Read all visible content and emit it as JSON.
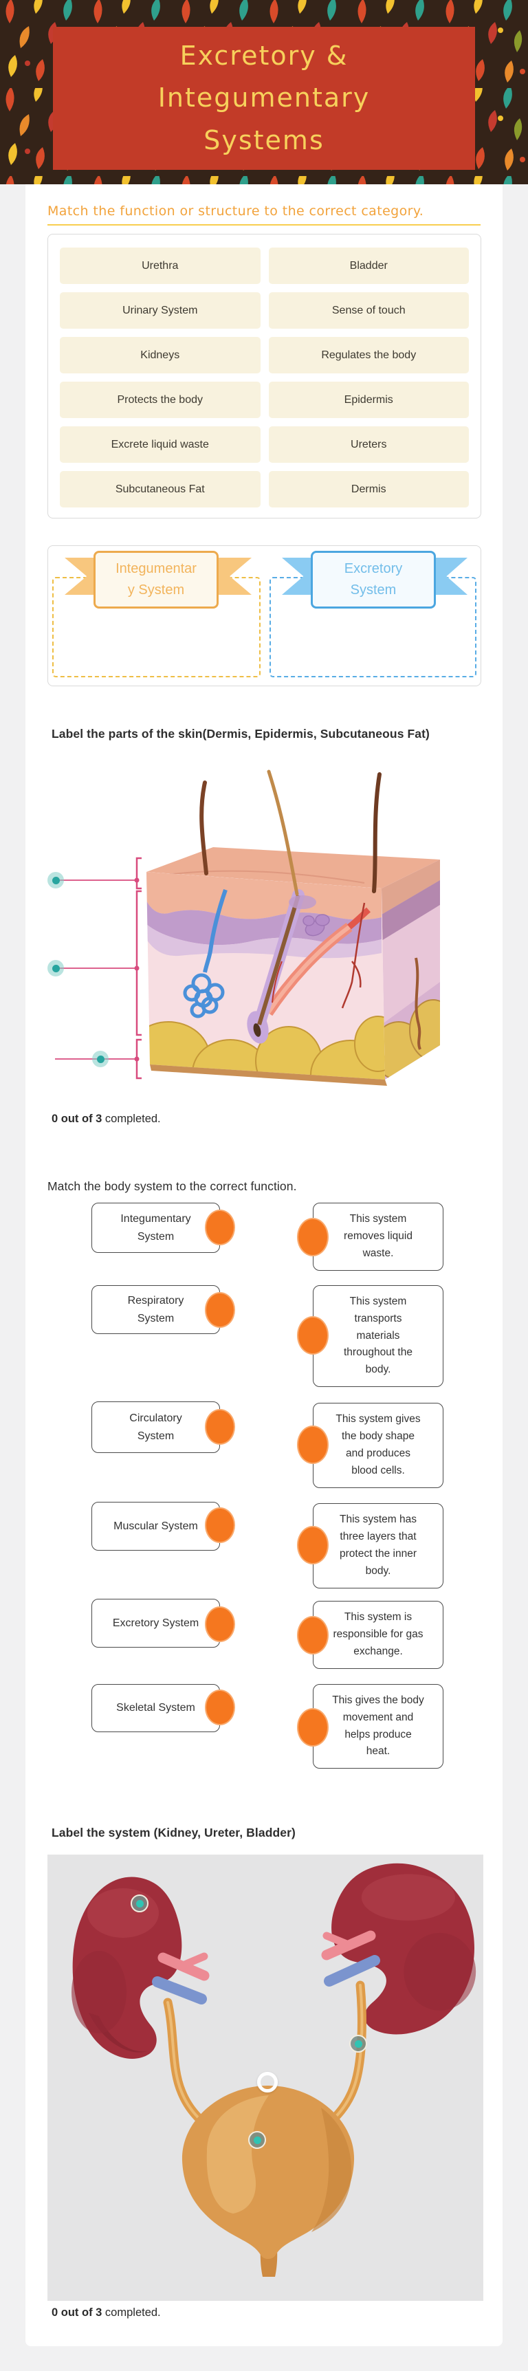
{
  "header": {
    "title_lines": [
      "Excretory &",
      "Integumentary",
      "Systems"
    ],
    "banner_color": "#C23B28",
    "title_color": "#F7D15C"
  },
  "section_match_category": {
    "instruction": "Match the function or structure to the correct category.",
    "word_bank": [
      "Urethra",
      "Bladder",
      "Urinary System",
      "Sense of touch",
      "Kidneys",
      "Regulates the body",
      "Protects the body",
      "Epidermis",
      "Excrete liquid waste",
      "Ureters",
      "Subcutaneous Fat",
      "Dermis"
    ],
    "categories": [
      {
        "label": "Integumentary System",
        "label_lines": [
          "Integumentar",
          "y System"
        ],
        "accent": "#EDAA4D"
      },
      {
        "label": "Excretory System",
        "label_lines": [
          "Excretory",
          "System"
        ],
        "accent": "#4BA6E0"
      }
    ]
  },
  "section_label_skin": {
    "title": "Label the parts of the skin(Dermis, Epidermis, Subcutaneous Fat)",
    "progress_bold": "0 out of 3",
    "progress_rest": " completed."
  },
  "section_match_function": {
    "title": "Match the body system to the correct function.",
    "left_items": [
      "Integumentary System",
      "Respiratory System",
      "Circulatory System",
      "Muscular System",
      "Excretory System",
      "Skeletal System"
    ],
    "right_items": [
      "This system removes liquid waste.",
      "This system transports materials throughout the body.",
      "This system gives the body shape and produces blood cells.",
      "This system has three layers that protect the inner body.",
      "This system is responsible for gas exchange.",
      "This gives the body movement and helps produce heat."
    ]
  },
  "section_label_system": {
    "title": "Label the system (Kidney, Ureter, Bladder)",
    "progress_bold": "0 out of 3",
    "progress_rest": " completed."
  }
}
